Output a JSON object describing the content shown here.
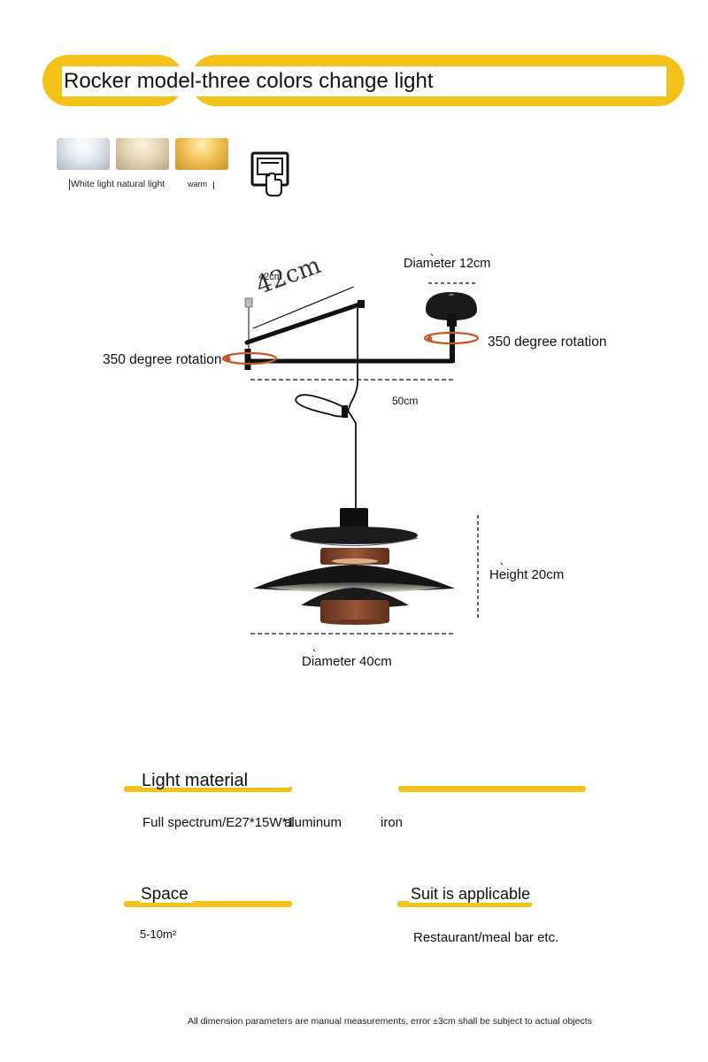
{
  "header": {
    "title": "Rocker model-three colors change light"
  },
  "color_options": {
    "swatches": [
      {
        "name": "white",
        "color": "#e4e9f0"
      },
      {
        "name": "natural",
        "color": "#e6d7b8"
      },
      {
        "name": "warm",
        "color": "#f2c45a"
      }
    ],
    "label_main": "White light natural light",
    "label_warm": "warm"
  },
  "diagram": {
    "arm_length_small": "42cm",
    "arm_length_handwritten": "42cm",
    "base_diameter": "Diameter 12cm",
    "rotation_right": "350 degree rotation",
    "rotation_left": "350 degree rotation",
    "arm_span": "50cm",
    "height": "Height 20cm",
    "shade_diameter": "Diameter 40cm"
  },
  "specs": {
    "light_material": {
      "title": "Light material",
      "value_spectrum": "Full spectrum/E27*15W*1",
      "value_material": "aluminum",
      "value_iron": "iron"
    },
    "space": {
      "title": "Space",
      "value": "5-10m²"
    },
    "suit": {
      "title": "Suit is applicable",
      "value": "Restaurant/meal bar etc."
    }
  },
  "footer": {
    "note": "All dimension parameters are manual measurements, error ±3cm shall be subject to actual objects"
  },
  "colors": {
    "accent": "#f5c21a",
    "rotation_arrow": "#c25a28",
    "wood": "#8a4a2c"
  }
}
